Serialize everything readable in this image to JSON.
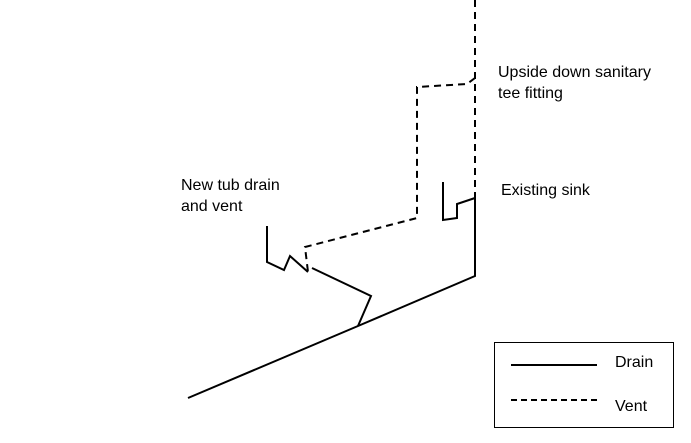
{
  "colors": {
    "line": "#000000",
    "background": "#ffffff"
  },
  "labels": {
    "sanitary_tee": [
      "Upside down sanitary",
      "tee fitting"
    ],
    "existing_sink": "Existing sink",
    "new_tub": [
      "New tub drain",
      "and vent"
    ]
  },
  "legend": {
    "drain": "Drain",
    "vent": "Vent"
  }
}
